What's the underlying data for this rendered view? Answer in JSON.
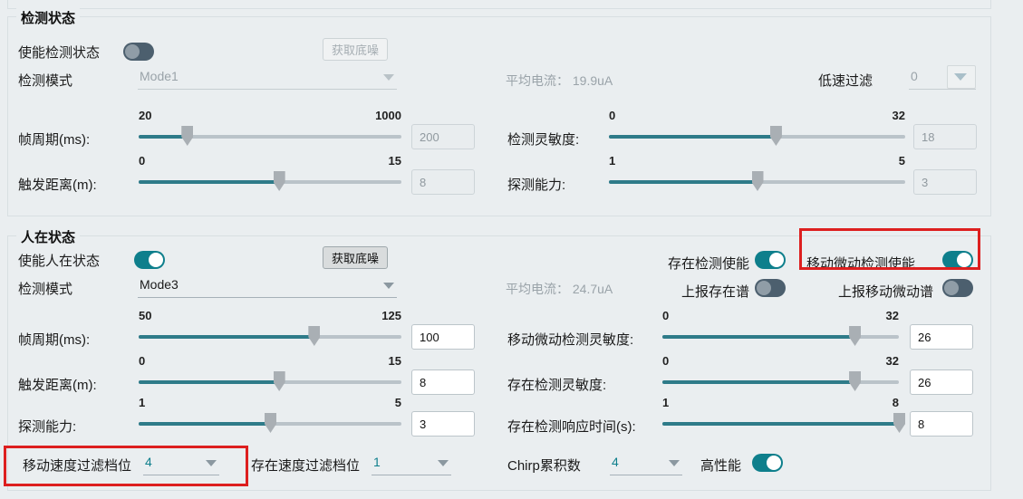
{
  "colors": {
    "accent_teal": "#0e7f8c",
    "toggle_off_track": "#4c5f6e",
    "highlight_red": "#dd1f1f",
    "background": "#eaeef0"
  },
  "section1": {
    "title": "检测状态",
    "enable_label": "使能检测状态",
    "noise_button": "获取底噪",
    "mode_label": "检测模式",
    "mode_value": "Mode1",
    "avg_current": "平均电流： 19.9uA",
    "low_speed_label": "低速过滤",
    "low_speed_value": "0",
    "sliders": [
      {
        "label": "帧周期(ms):",
        "min": 20,
        "max": 1000,
        "value": 200
      },
      {
        "label": "触发距离(m):",
        "min": 0,
        "max": 15,
        "value": 8
      },
      {
        "label": "检测灵敏度:",
        "min": 0,
        "max": 32,
        "value": 18
      },
      {
        "label": "探测能力:",
        "min": 1,
        "max": 5,
        "value": 3
      }
    ]
  },
  "section2": {
    "title": "人在状态",
    "enable_label": "使能人在状态",
    "noise_button": "获取底噪",
    "presence_enable_label": "存在检测使能",
    "motion_enable_label": "移动微动检测使能",
    "mode_label": "检测模式",
    "mode_value": "Mode3",
    "avg_current": "平均电流： 24.7uA",
    "report_presence_label": "上报存在谱",
    "report_motion_label": "上报移动微动谱",
    "sliders": [
      {
        "label": "帧周期(ms):",
        "min": 50,
        "max": 125,
        "value": 100
      },
      {
        "label": "触发距离(m):",
        "min": 0,
        "max": 15,
        "value": 8
      },
      {
        "label": "探测能力:",
        "min": 1,
        "max": 5,
        "value": 3
      },
      {
        "label": "移动微动检测灵敏度:",
        "min": 0,
        "max": 32,
        "value": 26
      },
      {
        "label": "存在检测灵敏度:",
        "min": 0,
        "max": 32,
        "value": 26
      },
      {
        "label": "存在检测响应时间(s):",
        "min": 1,
        "max": 8,
        "value": 8
      }
    ],
    "motion_speed_filter": {
      "label": "移动速度过滤档位",
      "value": "4"
    },
    "presence_speed_filter": {
      "label": "存在速度过滤档位",
      "value": "1"
    },
    "chirp_accum": {
      "label": "Chirp累积数",
      "value": "4"
    },
    "high_perf_label": "高性能"
  }
}
